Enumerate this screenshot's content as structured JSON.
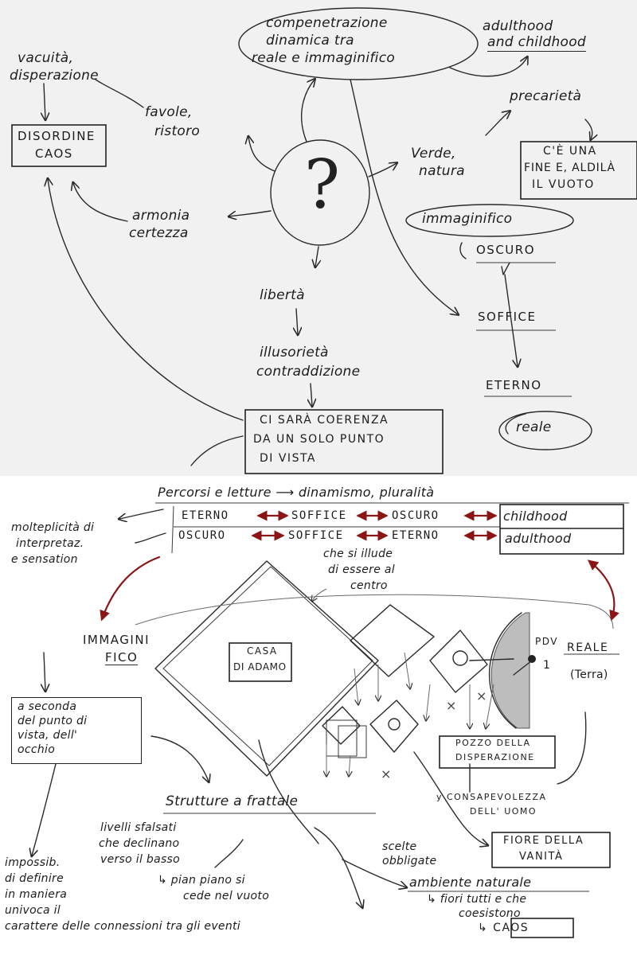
{
  "top_map": {
    "center_symbol": "?",
    "compenetrazione": [
      "compenetrazione",
      "dinamica tra",
      "reale e immaginifico"
    ],
    "adulthood_childhood": [
      "adulthood",
      "and childhood"
    ],
    "vacuita": [
      "vacuità,",
      "disperazione"
    ],
    "disordine_caos": [
      "DISORDINE",
      "CAOS"
    ],
    "favole": [
      "favole,",
      "ristoro"
    ],
    "precarieta": "precarietà",
    "verde_natura": [
      "Verde,",
      "natura"
    ],
    "ce_una_fine": [
      "C'È UNA",
      "FINE E, ALDILÀ",
      "IL VUOTO"
    ],
    "armonia": [
      "armonia",
      "certezza"
    ],
    "immaginifico": "immaginifico",
    "oscuro": "OSCURO",
    "liberta": "libertà",
    "soffice": "SOFFICE",
    "illusorieta": [
      "illusorietà",
      "contraddizione"
    ],
    "eterno": "ETERNO",
    "reale": "reale",
    "coerenza": [
      "CI SARÀ COERENZA",
      "DA UN SOLO PUNTO",
      "DI VISTA"
    ]
  },
  "bottom_map": {
    "percorsi_title": "Percorsi e letture ⟶ dinamismo, pluralità",
    "row1": [
      "ETERNO",
      "SOFFICE",
      "OSCURO"
    ],
    "row2": [
      "OSCURO",
      "SOFFICE",
      "ETERNO"
    ],
    "childhood": "childhood",
    "adulthood": "adulthood",
    "molteplicita": [
      "molteplicità di",
      "interpretaz.",
      "e sensation"
    ],
    "che_si_illude": [
      "che si illude",
      "di essere al",
      "centro"
    ],
    "immaginifico": [
      "IMMAGINI",
      "FICO"
    ],
    "casa_di_adamo": [
      "CASA",
      "DI ADAMO"
    ],
    "pdv": [
      "PDV",
      "1"
    ],
    "reale": "REALE",
    "terra": "(Terra)",
    "a_seconda": [
      "a seconda",
      "del punto di",
      "vista, dell'",
      "occhio"
    ],
    "pozzo": [
      "POZZO DELLA",
      "DISPERAZIONE"
    ],
    "consapevolezza": [
      "y CONSAPEVOLEZZA",
      "DELL' UOMO"
    ],
    "strutture": "Strutture a frattale",
    "livelli": [
      "livelli sfalsati",
      "che declinano",
      "verso il basso"
    ],
    "scelte": [
      "scelte",
      "obbligate"
    ],
    "fiore": [
      "FIORE DELLA",
      "VANITÀ"
    ],
    "impossib": [
      "impossib.",
      "di definire",
      "in maniera",
      "univoca il",
      "carattere delle connessioni tra gli eventi"
    ],
    "pian_piano": [
      "↳ pian piano si",
      "cede nel vuoto"
    ],
    "ambiente": "ambiente naturale",
    "fiori": [
      "↳ fiori tutti e che",
      "coesistono"
    ],
    "caos": "↳ CAOS"
  }
}
